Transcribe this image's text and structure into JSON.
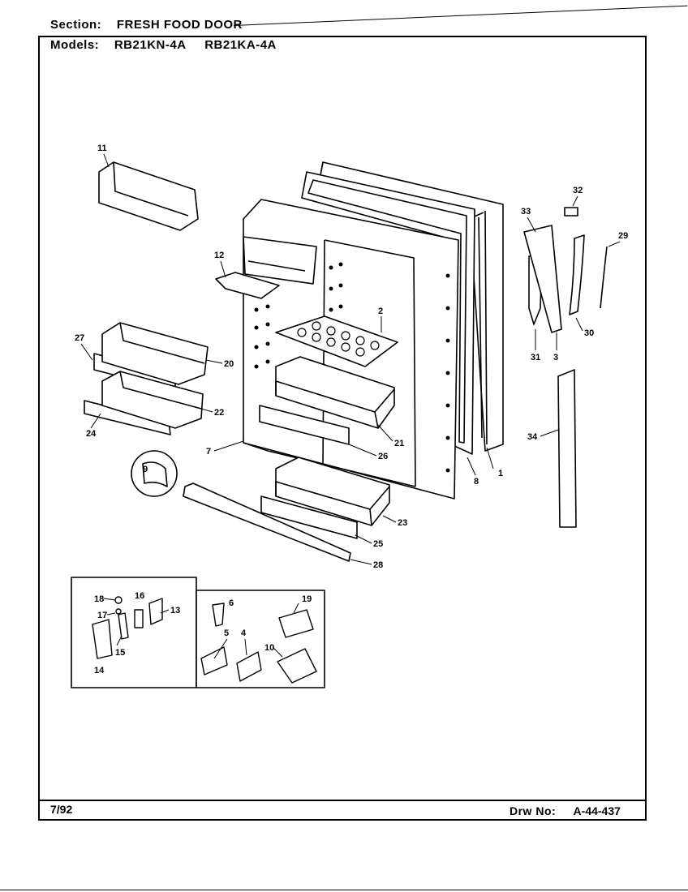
{
  "header": {
    "section_label": "Section:",
    "section_value": "FRESH FOOD DOOR",
    "models_label": "Models:",
    "models": [
      "RB21KN-4A",
      "RB21KA-4A"
    ]
  },
  "footer": {
    "date": "7/92",
    "drw_label": "Drw No:",
    "drw_value": "A-44-437"
  },
  "callouts": [
    "1",
    "2",
    "3",
    "4",
    "5",
    "6",
    "7",
    "8",
    "9",
    "10",
    "11",
    "12",
    "13",
    "14",
    "15",
    "16",
    "17",
    "18",
    "19",
    "20",
    "21",
    "22",
    "23",
    "24",
    "25",
    "26",
    "27",
    "28",
    "29",
    "30",
    "31",
    "32",
    "33",
    "34"
  ]
}
